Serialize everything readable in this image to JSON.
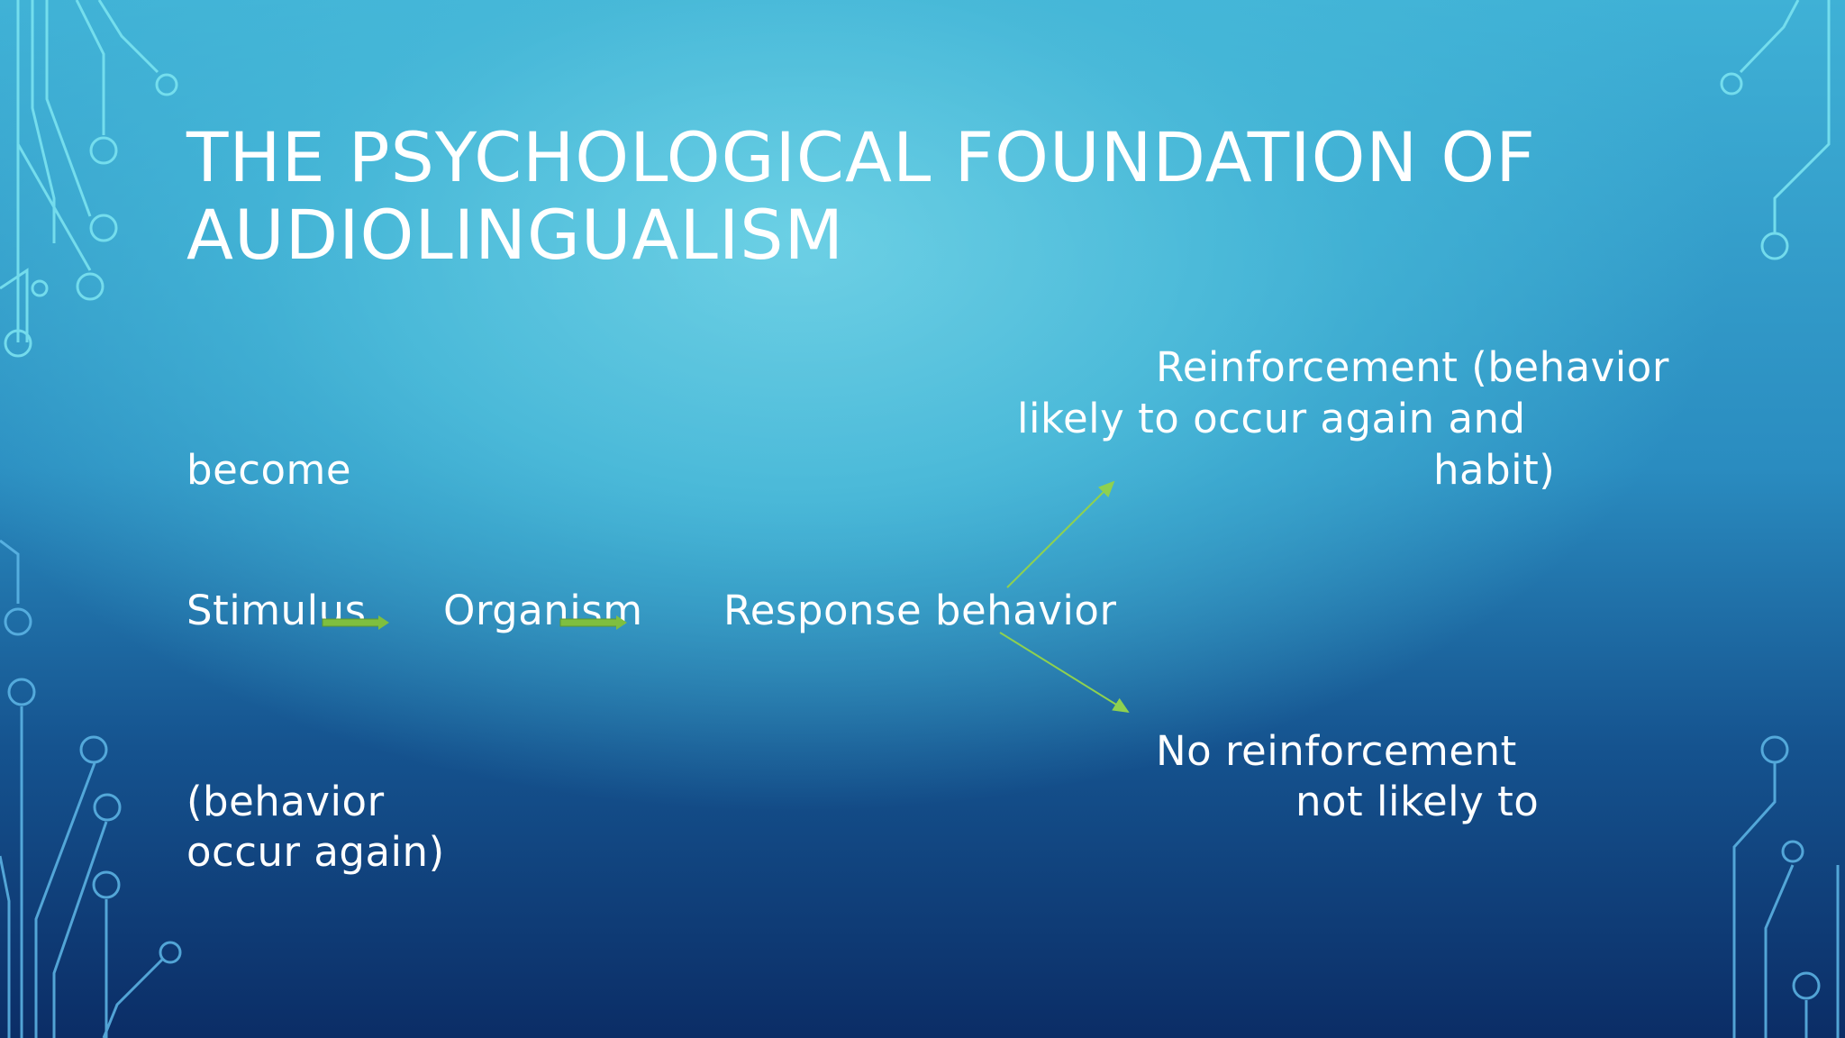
{
  "slide": {
    "title_line1": "THE PSYCHOLOGICAL FOUNDATION OF",
    "title_line2": "AUDIOLINGUALISM",
    "become": "become",
    "stimulus": "Stimulus",
    "organism": "Organism",
    "response": "Response behavior",
    "reinforcement_line1": "Reinforcement (behavior",
    "reinforcement_line2": "likely to occur again and",
    "reinforcement_line3": "habit)",
    "no_reinforcement_line1": "No reinforcement",
    "no_reinforcement_line2": "not likely to",
    "behavior_line1": "(behavior",
    "behavior_line2": "occur again)"
  },
  "colors": {
    "arrow_fill": "#7fbf3f",
    "arrow_line": "#8fd14f",
    "circuit": "#6fe0ee"
  }
}
